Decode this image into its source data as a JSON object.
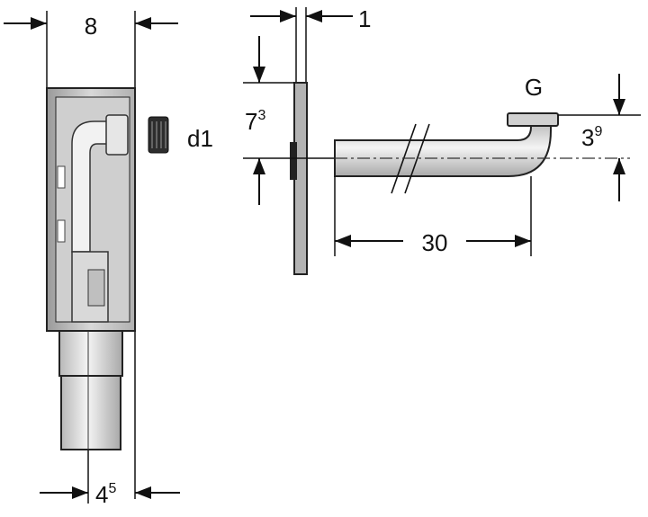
{
  "dimensions": {
    "width_top": "8",
    "width_bottom": {
      "base": "4",
      "sup": "5"
    },
    "connector": "d1",
    "plate_thickness": "1",
    "plate_offset": {
      "base": "7",
      "sup": "3"
    },
    "pipe_length": "30",
    "thread": "G",
    "outlet_height": {
      "base": "3",
      "sup": "9"
    }
  }
}
